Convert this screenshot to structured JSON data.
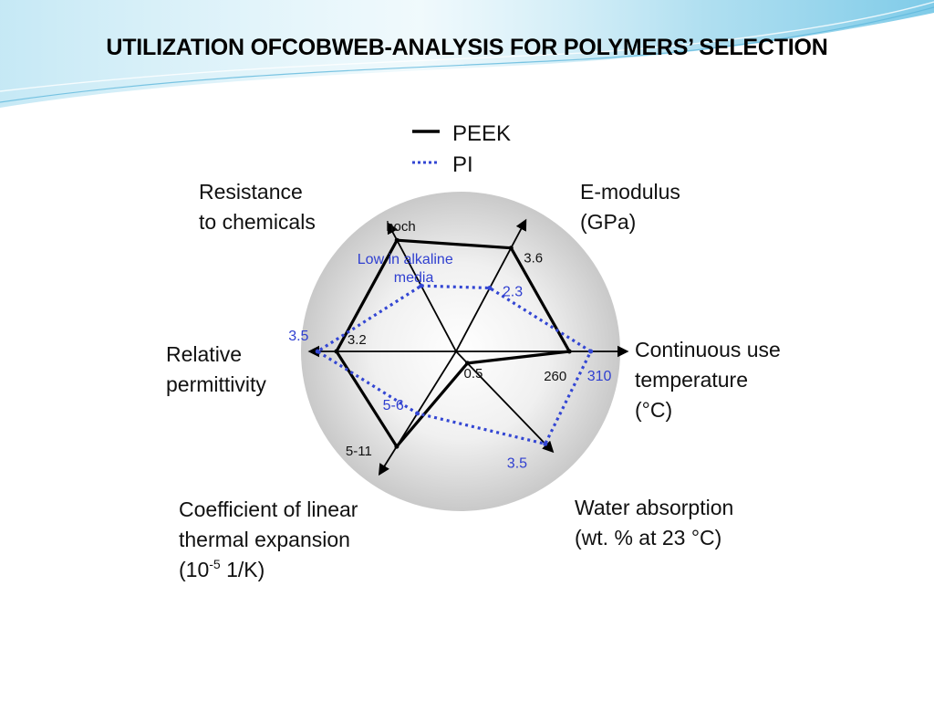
{
  "slide": {
    "title": "UTILIZATION OFCOBWEB-ANALYSIS FOR POLYMERS’ SELECTION",
    "accent_color": "#8fd3ec"
  },
  "chart_data": {
    "type": "radar",
    "title": "",
    "legend": {
      "placement": "top",
      "entries": [
        {
          "name": "PEEK",
          "style": "solid",
          "color": "#000000"
        },
        {
          "name": "PI",
          "style": "dotted",
          "color": "#3346d3"
        }
      ]
    },
    "axes": [
      {
        "id": "resistance",
        "label_lines": [
          "Resistance",
          "to chemicals"
        ]
      },
      {
        "id": "emodulus",
        "label_lines": [
          "E-modulus",
          "(GPa)"
        ]
      },
      {
        "id": "temperature",
        "label_lines": [
          "Continuous use",
          "temperature",
          "(°C)"
        ]
      },
      {
        "id": "water",
        "label_lines": [
          "Water absorption",
          "(wt. % at 23 °C)"
        ]
      },
      {
        "id": "cte",
        "label_lines": [
          "Coefficient of linear",
          "thermal expansion"
        ],
        "label_unit": {
          "pre": "(10",
          "sup": "-5",
          "post": " 1/K)"
        }
      },
      {
        "id": "permittivity",
        "label_lines": [
          "Relative",
          "permittivity"
        ]
      }
    ],
    "series": [
      {
        "name": "PEEK",
        "values": {
          "resistance": "hoch",
          "emodulus": "3.6",
          "temperature": "260",
          "water": "0.5",
          "cte": "5-11",
          "permittivity": "3.2"
        },
        "relative_position": {
          "resistance": 1.0,
          "emodulus": 0.93,
          "temperature": 0.9,
          "water": 0.13,
          "cte": 0.89,
          "permittivity": 0.95
        }
      },
      {
        "name": "PI",
        "values": {
          "resistance": "Low in alkaline media",
          "emodulus": "2.3",
          "temperature": "310",
          "water": "3.5",
          "cte": "5-6",
          "permittivity": "3.5"
        },
        "relative_position": {
          "resistance": 0.59,
          "emodulus": 0.57,
          "temperature": 1.07,
          "water": 1.02,
          "cte": 0.58,
          "permittivity": 1.1
        }
      }
    ],
    "value_label_styles": {
      "PEEK": {
        "color": "#111111"
      },
      "PI": {
        "color": "#2f3fd0"
      }
    }
  }
}
